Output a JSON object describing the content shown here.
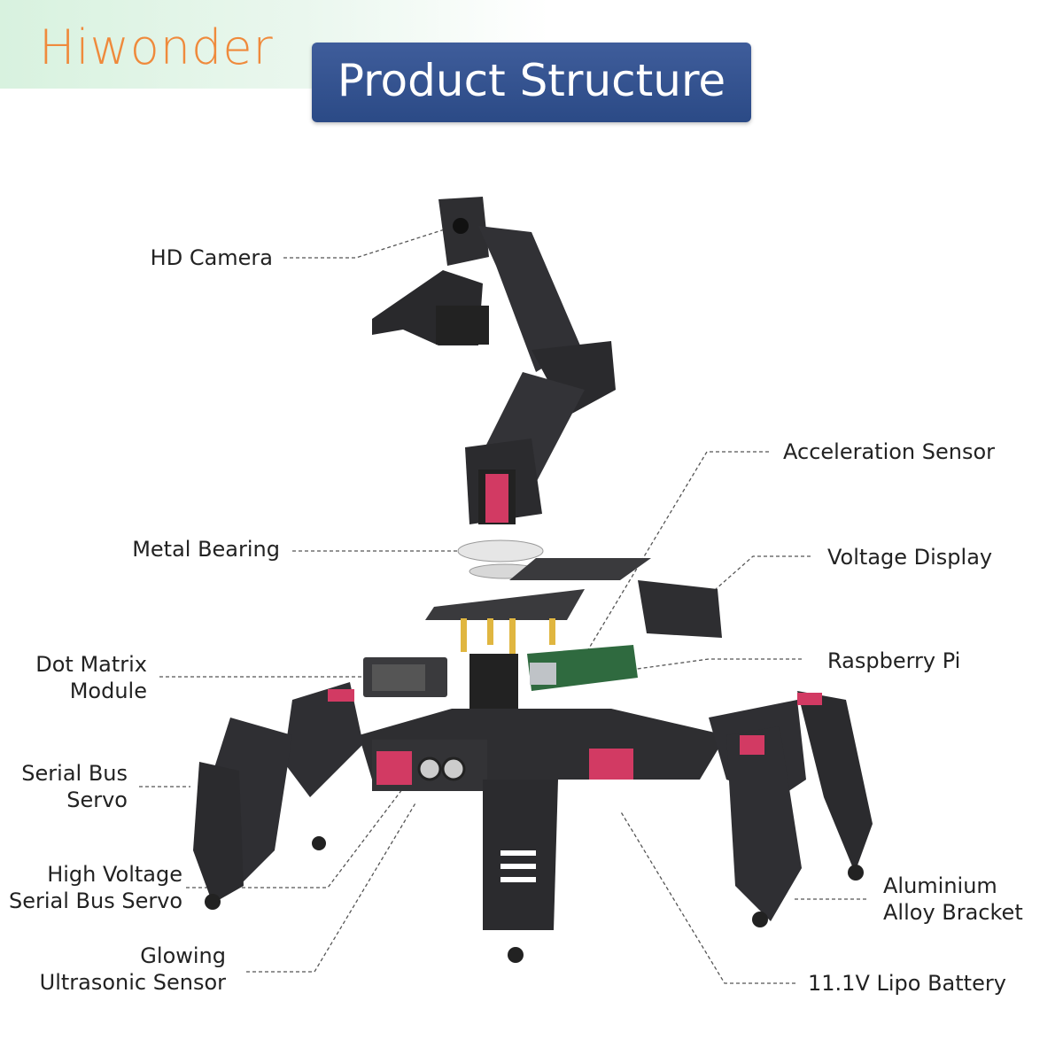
{
  "brand": {
    "name": "Hiwonder",
    "color": "#ef8a3c"
  },
  "header": {
    "title": "Product Structure",
    "background": "#2f4d8a"
  },
  "labels": {
    "hd_camera": "HD Camera",
    "acceleration_sensor": "Acceleration Sensor",
    "metal_bearing": "Metal Bearing",
    "voltage_display": "Voltage Display",
    "raspberry_pi": "Raspberry Pi",
    "dot_matrix_1": "Dot Matrix",
    "dot_matrix_2": "Module",
    "serial_bus_servo_1": "Serial Bus",
    "serial_bus_servo_2": "Servo",
    "hv_servo_1": "High Voltage",
    "hv_servo_2": "Serial Bus Servo",
    "aluminium_1": "Aluminium",
    "aluminium_2": "Alloy Bracket",
    "ultrasonic_1": "Glowing",
    "ultrasonic_2": "Ultrasonic Sensor",
    "battery": "11.1V Lipo Battery"
  },
  "colors": {
    "metal": "#2b2b2e",
    "accent": "#d23a63",
    "leader": "#555555"
  }
}
